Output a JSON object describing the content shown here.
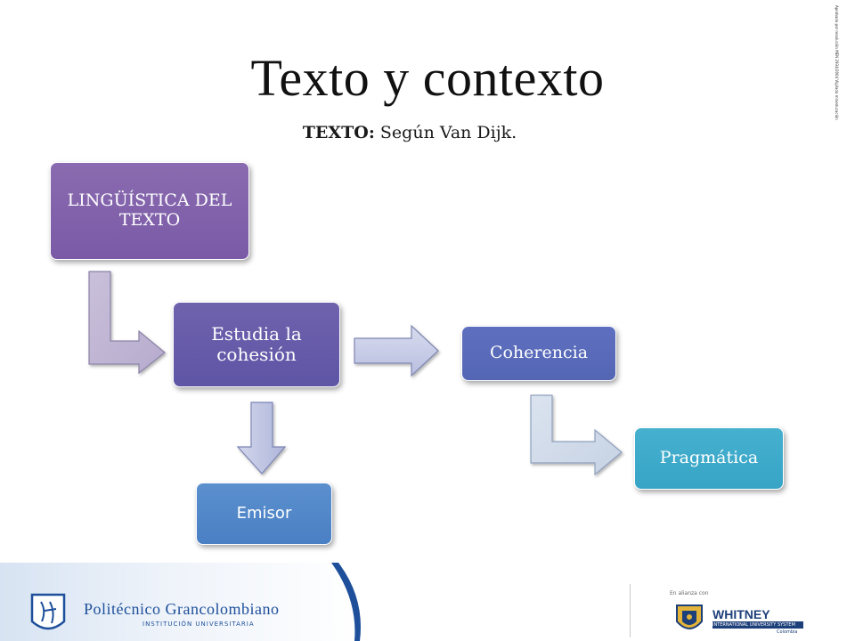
{
  "slide": {
    "title": "Texto y contexto",
    "subtitle_bold": "TEXTO:",
    "subtitle_text": " Según Van Dijk.",
    "side_note": "Aprobado por resolución MEN 2934/2004 Vigilada mineducación",
    "colors": {
      "purple": "#7a5aa6",
      "indigo": "#5f55a6",
      "blue": "#5366b4",
      "cyan": "#37a4c6",
      "steel_blue": "#4a80c4",
      "footer_blue": "#1d4f9a"
    }
  },
  "diagram": {
    "nodes": [
      {
        "id": "linguistica",
        "label": "LINGÜÍSTICA DEL TEXTO"
      },
      {
        "id": "cohesion",
        "label": "Estudia la cohesión"
      },
      {
        "id": "coherencia",
        "label": "Coherencia"
      },
      {
        "id": "pragmatica",
        "label": "Pragmática"
      },
      {
        "id": "emisor",
        "label": "Emisor"
      }
    ],
    "edges": [
      {
        "from": "linguistica",
        "to": "cohesion",
        "icon": "bent-arrow-icon"
      },
      {
        "from": "cohesion",
        "to": "coherencia",
        "icon": "right-arrow-icon"
      },
      {
        "from": "cohesion",
        "to": "emisor",
        "icon": "down-arrow-icon"
      },
      {
        "from": "coherencia",
        "to": "pragmatica",
        "icon": "bent-arrow-icon"
      }
    ]
  },
  "footer": {
    "logo_name": "Politécnico Grancolombiano",
    "logo_sub": "INSTITUCIÓN UNIVERSITARIA",
    "alliance_label": "En alianza con",
    "partner_name": "WHITNEY",
    "partner_sub": "INTERNATIONAL UNIVERSITY SYSTEM",
    "partner_country": "Colombia"
  }
}
